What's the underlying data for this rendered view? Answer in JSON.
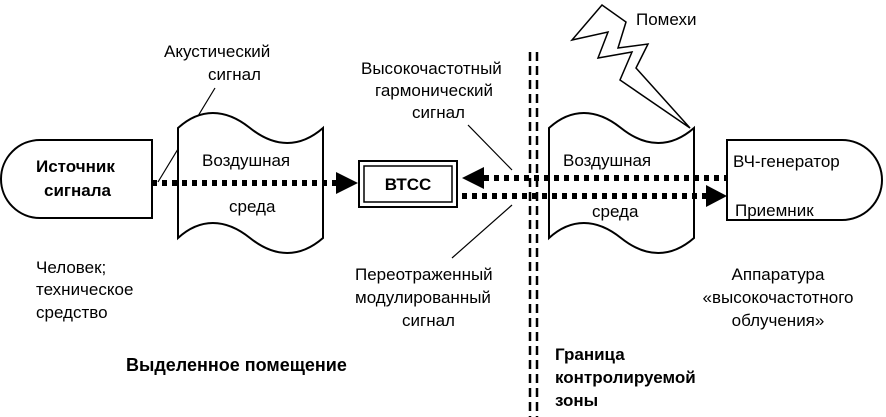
{
  "source": {
    "line1": "Источник",
    "line2": "сигнала",
    "caption_line1": "Человек;",
    "caption_line2": "техническое",
    "caption_line3": "средство"
  },
  "acoustic_signal": {
    "line1": "Акустический",
    "line2": "сигнал"
  },
  "air_left": {
    "line1": "Воздушная",
    "line2": "среда"
  },
  "btss": {
    "label": "ВТСС"
  },
  "hf_signal": {
    "line1": "Высокочастотный",
    "line2": "гармонический",
    "line3": "сигнал"
  },
  "reflected_signal": {
    "line1": "Переотраженный",
    "line2": "модулированный",
    "line3": "сигнал"
  },
  "air_right": {
    "line1": "Воздушная",
    "line2": "среда"
  },
  "equipment": {
    "generator": "ВЧ-генератор",
    "receiver": "Приемник",
    "caption_line1": "Аппаратура",
    "caption_line2": "«высокочастотного",
    "caption_line3": "облучения»"
  },
  "interference": {
    "label": "Помехи"
  },
  "room": {
    "label": "Выделенное помещение"
  },
  "boundary": {
    "line1": "Граница",
    "line2": "контролируемой",
    "line3": "зоны"
  }
}
